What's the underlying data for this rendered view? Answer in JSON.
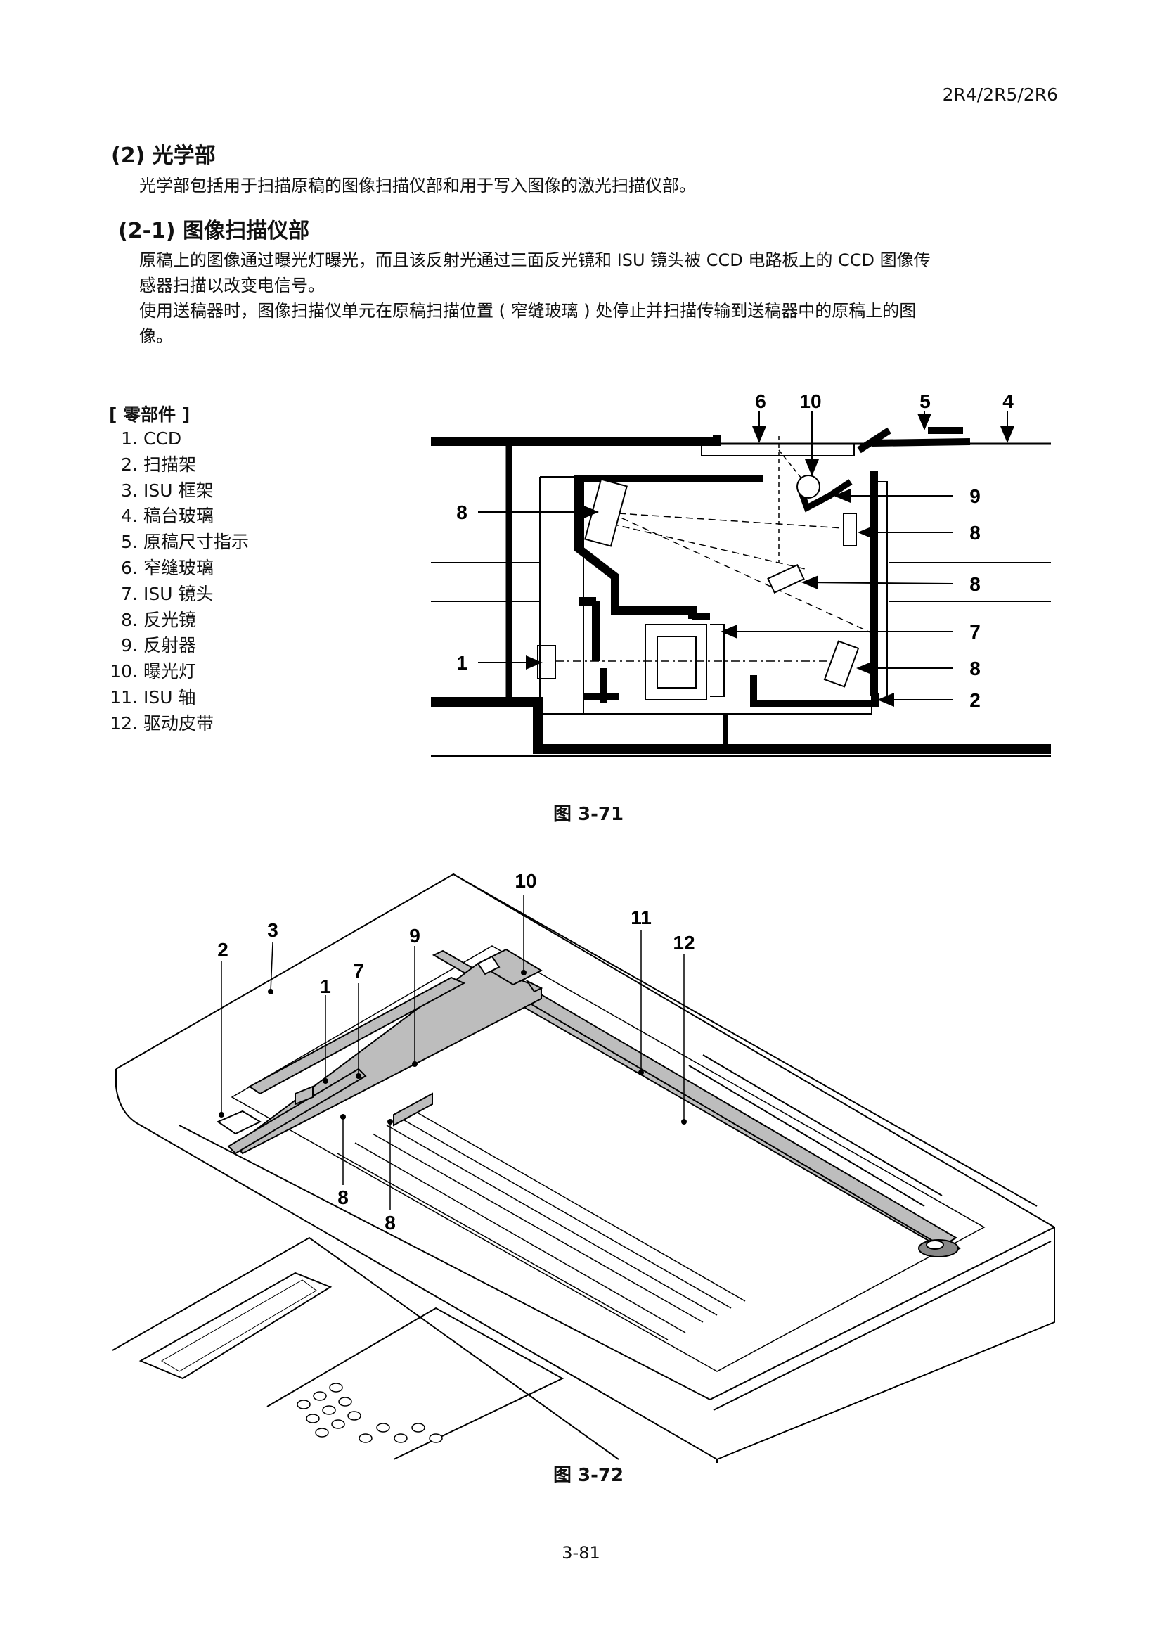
{
  "header": {
    "model": "2R4/2R5/2R6"
  },
  "section": {
    "heading": "(2) 光学部",
    "intro": "光学部包括用于扫描原稿的图像扫描仪部和用于写入图像的激光扫描仪部。"
  },
  "subsection": {
    "heading": "(2-1) 图像扫描仪部",
    "para1_line1": "原稿上的图像通过曝光灯曝光，而且该反射光通过三面反光镜和 ISU 镜头被 CCD 电路板上的 CCD 图像传",
    "para1_line2": "感器扫描以改变电信号。",
    "para2_line1": "使用送稿器时，图像扫描仪单元在原稿扫描位置 ( 窄缝玻璃 ) 处停止并扫描传输到送稿器中的原稿上的图",
    "para2_line2": "像。"
  },
  "parts": {
    "title": "[ 零部件 ]",
    "items": [
      {
        "num": "1.",
        "label": "CCD"
      },
      {
        "num": "2.",
        "label": "扫描架"
      },
      {
        "num": "3.",
        "label": "ISU 框架"
      },
      {
        "num": "4.",
        "label": "稿台玻璃"
      },
      {
        "num": "5.",
        "label": "原稿尺寸指示"
      },
      {
        "num": "6.",
        "label": "窄缝玻璃"
      },
      {
        "num": "7.",
        "label": "ISU 镜头"
      },
      {
        "num": "8.",
        "label": "反光镜"
      },
      {
        "num": "9.",
        "label": "反射器"
      },
      {
        "num": "10.",
        "label": "曝光灯"
      },
      {
        "num": "11.",
        "label": "ISU 轴"
      },
      {
        "num": "12.",
        "label": "驱动皮带"
      }
    ]
  },
  "figure1": {
    "caption": "图 3-71",
    "callouts": {
      "c6": "6",
      "c10": "10",
      "c5": "5",
      "c4": "4",
      "c9": "9",
      "c8a": "8",
      "c8b": "8",
      "c7": "7",
      "c8c": "8",
      "c2": "2",
      "c8left": "8",
      "c1": "1"
    }
  },
  "figure2": {
    "caption": "图 3-72",
    "callouts": {
      "c10": "10",
      "c3": "3",
      "c11": "11",
      "c2": "2",
      "c9": "9",
      "c12": "12",
      "c7": "7",
      "c1": "1",
      "c8a": "8",
      "c8b": "8"
    }
  },
  "footer": {
    "page": "3-81"
  }
}
